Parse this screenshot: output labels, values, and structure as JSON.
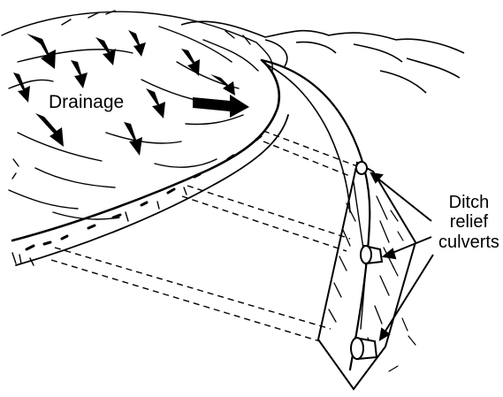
{
  "diagram": {
    "labels": {
      "drainage": "Drainage",
      "culverts_line1": "Ditch",
      "culverts_line2": "relief",
      "culverts_line3": "culverts"
    },
    "colors": {
      "ink": "#000000",
      "paper": "#ffffff"
    },
    "icons": [
      "drainage-flow-arrow",
      "culvert-pipe",
      "ditch-relief-culverts-callout"
    ]
  }
}
